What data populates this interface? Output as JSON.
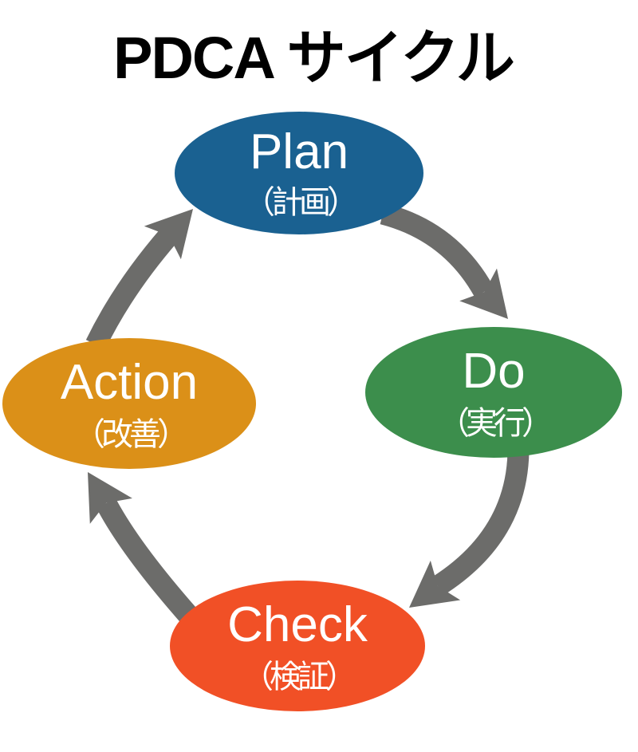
{
  "title": "PDCA サイクル",
  "colors": {
    "background": "#FFFFFF",
    "title_text": "#000000",
    "node_text": "#FFFFFF",
    "arrow": "#6C6C6A"
  },
  "nodes": {
    "plan": {
      "label": "Plan",
      "sublabel": "（計画）",
      "color": "#1A6191"
    },
    "do": {
      "label": "Do",
      "sublabel": "（実行）",
      "color": "#3C8E4C"
    },
    "check": {
      "label": "Check",
      "sublabel": "（検証）",
      "color": "#F15026"
    },
    "action": {
      "label": "Action",
      "sublabel": "（改善）",
      "color": "#DB9018"
    }
  },
  "arrows": [
    {
      "name": "arrow-plan-to-do",
      "from": "Plan",
      "to": "Do"
    },
    {
      "name": "arrow-do-to-check",
      "from": "Do",
      "to": "Check"
    },
    {
      "name": "arrow-check-to-action",
      "from": "Check",
      "to": "Action"
    },
    {
      "name": "arrow-action-to-plan",
      "from": "Action",
      "to": "Plan"
    }
  ]
}
